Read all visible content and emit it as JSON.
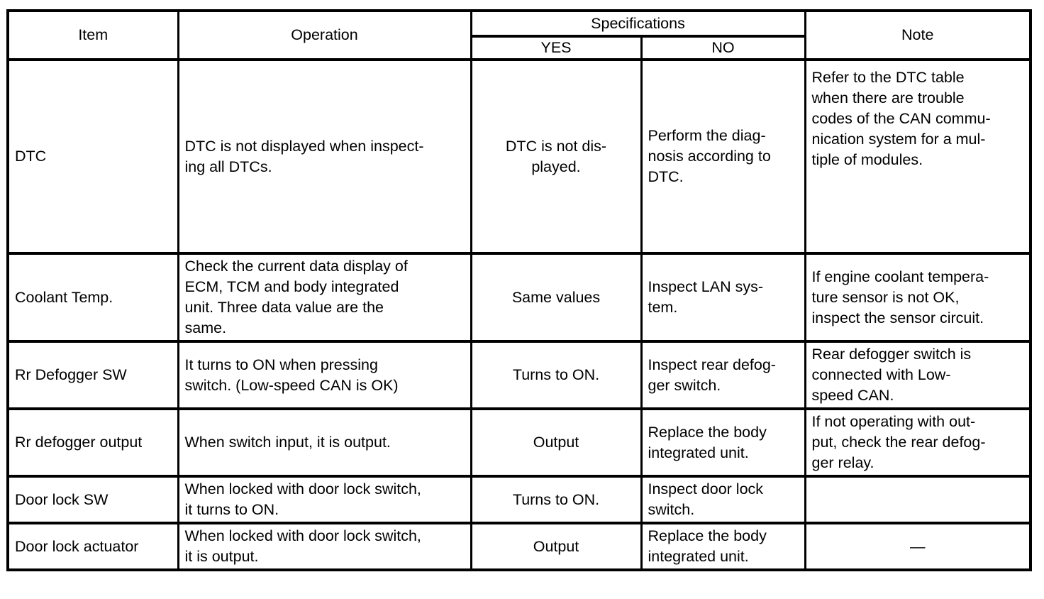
{
  "table": {
    "header": {
      "item": "Item",
      "operation": "Operation",
      "specifications": "Specifications",
      "yes": "YES",
      "no": "NO",
      "note": "Note"
    },
    "rows": [
      {
        "item": "DTC",
        "operation": "DTC is not displayed when inspect-\ning all DTCs.",
        "yes": "DTC is not dis-\nplayed.",
        "no": "Perform the diag-\nnosis according to\nDTC.",
        "note": "Refer to the DTC table\nwhen there are trouble\ncodes of the CAN commu-\nnication system for a mul-\ntiple of modules."
      },
      {
        "item": "Coolant Temp.",
        "operation": "Check the current data display of\nECM, TCM and body integrated\nunit. Three data value are the\nsame.",
        "yes": "Same values",
        "no": "Inspect LAN sys-\ntem.",
        "note": "If engine coolant tempera-\nture sensor is not OK,\ninspect the sensor circuit."
      },
      {
        "item": "Rr Defogger SW",
        "operation": "It turns to ON when pressing\nswitch. (Low-speed CAN is OK)",
        "yes": "Turns to ON.",
        "no": "Inspect rear defog-\nger switch.",
        "note": "Rear defogger switch is\nconnected with Low-\nspeed CAN."
      },
      {
        "item": "Rr defogger output",
        "operation": "When switch input, it is output.",
        "yes": "Output",
        "no": "Replace the body\nintegrated unit.",
        "note": "If not operating with out-\nput, check the rear defog-\nger relay."
      },
      {
        "item": "Door lock SW",
        "operation": "When locked with door lock switch,\nit turns to ON.",
        "yes": "Turns to ON.",
        "no": "Inspect door lock\nswitch.",
        "note": ""
      },
      {
        "item": "Door lock actuator",
        "operation": "When locked with door lock switch,\nit is output.",
        "yes": "Output",
        "no": "Replace the body\nintegrated unit.",
        "note": "—"
      }
    ]
  },
  "colors": {
    "border": "#000000",
    "background": "#ffffff",
    "text": "#000000"
  }
}
